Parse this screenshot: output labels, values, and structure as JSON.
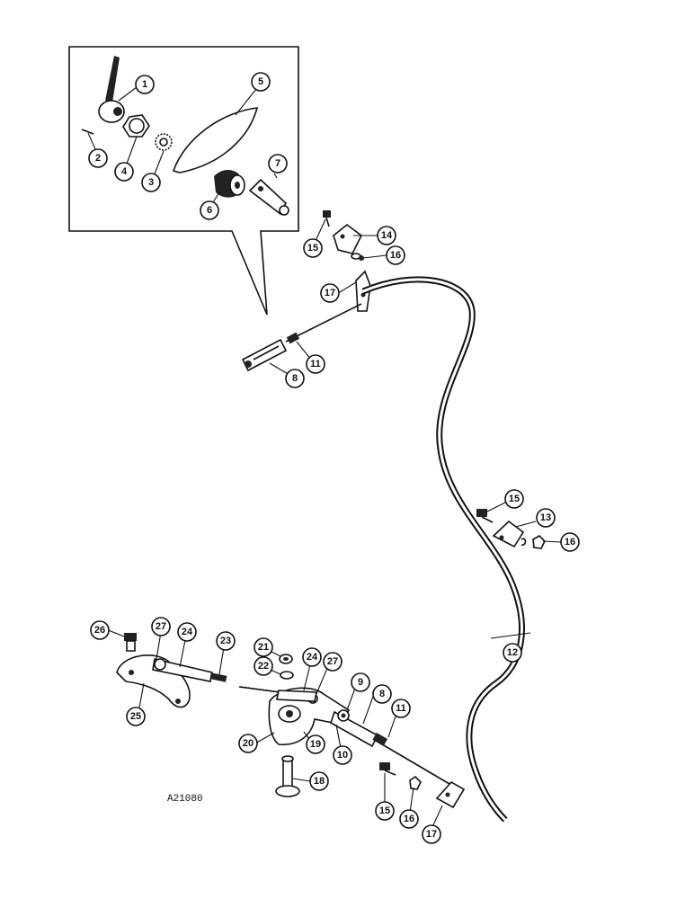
{
  "drawing_number": "A21080",
  "callouts": [
    {
      "id": "c1",
      "label": "1"
    },
    {
      "id": "c2",
      "label": "2"
    },
    {
      "id": "c3",
      "label": "3"
    },
    {
      "id": "c4",
      "label": "4"
    },
    {
      "id": "c5",
      "label": "5"
    },
    {
      "id": "c6",
      "label": "6"
    },
    {
      "id": "c7",
      "label": "7"
    },
    {
      "id": "c14",
      "label": "14"
    },
    {
      "id": "c15a",
      "label": "15"
    },
    {
      "id": "c16a",
      "label": "16"
    },
    {
      "id": "c17a",
      "label": "17"
    },
    {
      "id": "c8a",
      "label": "8"
    },
    {
      "id": "c11a",
      "label": "11"
    },
    {
      "id": "c15b",
      "label": "15"
    },
    {
      "id": "c13",
      "label": "13"
    },
    {
      "id": "c16b",
      "label": "16"
    },
    {
      "id": "c12",
      "label": "12"
    },
    {
      "id": "c26",
      "label": "26"
    },
    {
      "id": "c27a",
      "label": "27"
    },
    {
      "id": "c24a",
      "label": "24"
    },
    {
      "id": "c23",
      "label": "23"
    },
    {
      "id": "c21",
      "label": "21"
    },
    {
      "id": "c22",
      "label": "22"
    },
    {
      "id": "c24b",
      "label": "24"
    },
    {
      "id": "c27b",
      "label": "27"
    },
    {
      "id": "c9",
      "label": "9"
    },
    {
      "id": "c8b",
      "label": "8"
    },
    {
      "id": "c11b",
      "label": "11"
    },
    {
      "id": "c25",
      "label": "25"
    },
    {
      "id": "c20",
      "label": "20"
    },
    {
      "id": "c19",
      "label": "19"
    },
    {
      "id": "c10",
      "label": "10"
    },
    {
      "id": "c18",
      "label": "18"
    },
    {
      "id": "c15c",
      "label": "15"
    },
    {
      "id": "c16c",
      "label": "16"
    },
    {
      "id": "c17b",
      "label": "17"
    }
  ]
}
